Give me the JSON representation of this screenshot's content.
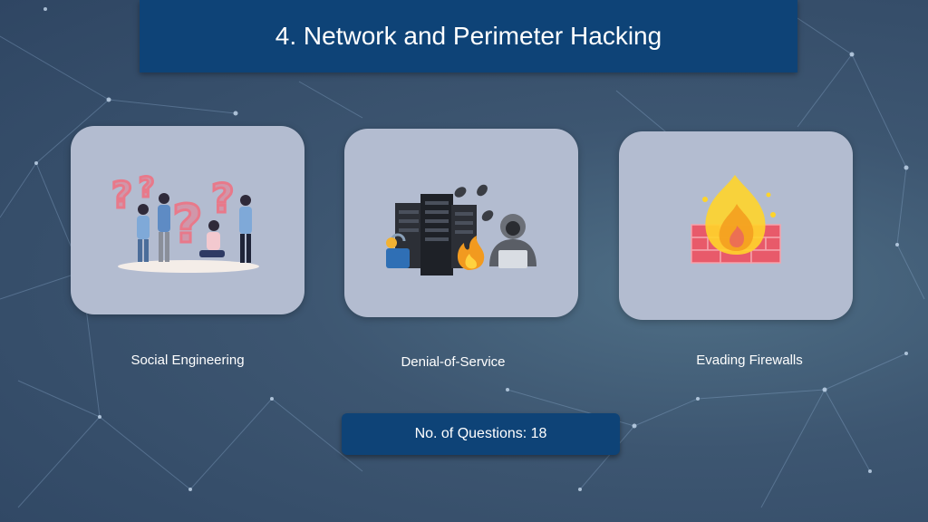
{
  "slide": {
    "title": "4. Network and Perimeter Hacking",
    "cards": [
      {
        "caption": "Social Engineering",
        "icon": "confused-people-illustration"
      },
      {
        "caption": "Denial-of-Service",
        "icon": "server-attack-illustration"
      },
      {
        "caption": "Evading Firewalls",
        "icon": "firewall-illustration"
      }
    ],
    "questions_label": "No. of Questions: 18"
  },
  "colors": {
    "title_bar": "#0e4377",
    "card": "#b3bcd0",
    "background": "#3d5671"
  }
}
